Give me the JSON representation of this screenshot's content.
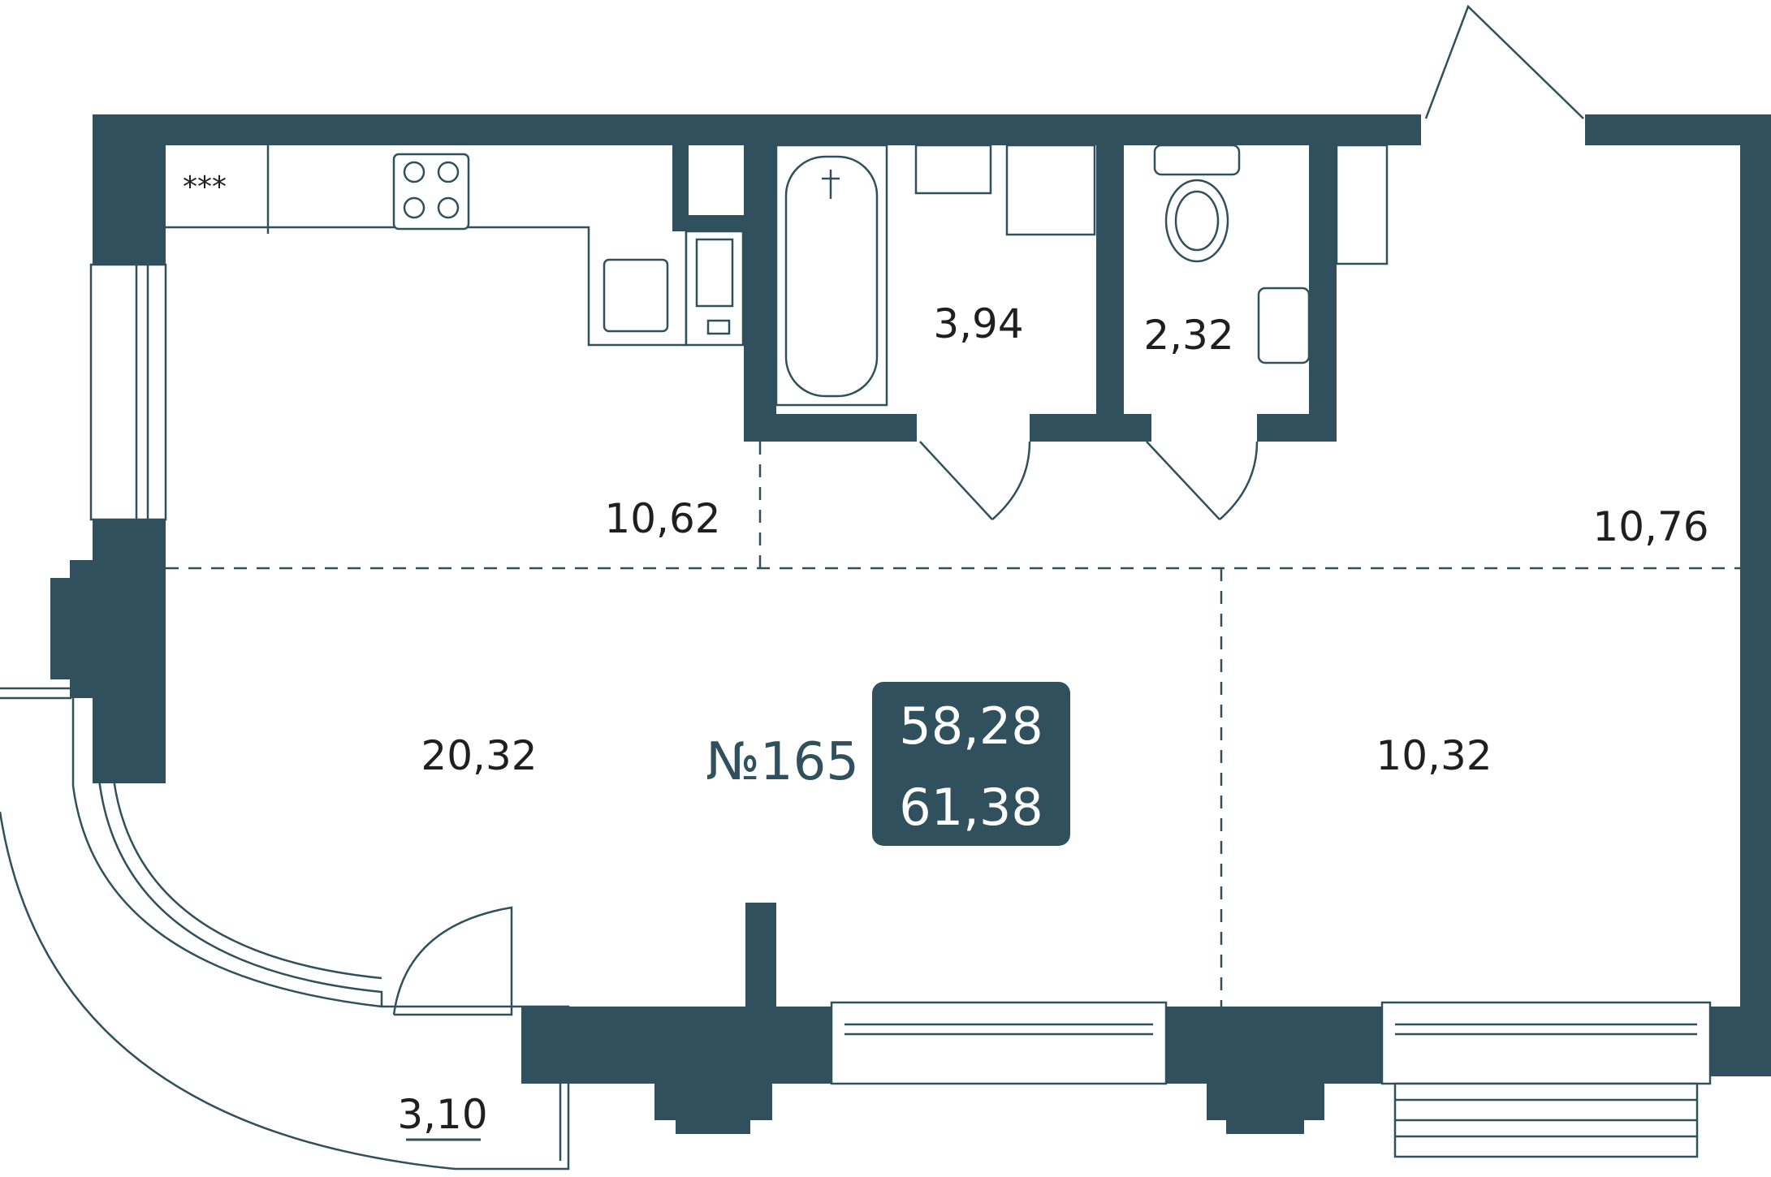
{
  "apartment": {
    "number": "№165",
    "area_total": "58,28",
    "area_with_balcony": "61,38"
  },
  "rooms": {
    "kitchen": "10,62",
    "bathroom": "3,94",
    "toilet": "2,32",
    "hall": "10,76",
    "living": "20,32",
    "bedroom": "10,32",
    "balcony": "3,10"
  },
  "stove_marks": "***",
  "colors": {
    "wall": "#2f505c",
    "badge": "#2f505c",
    "text": "#1f1f1f"
  }
}
